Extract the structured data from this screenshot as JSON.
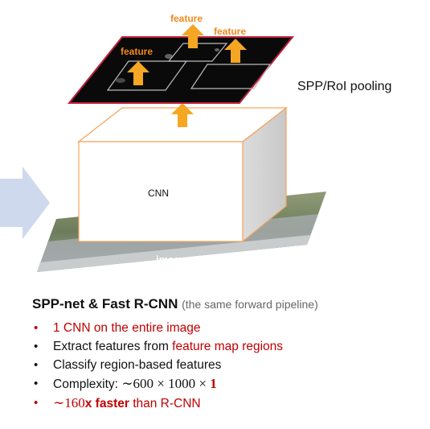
{
  "diagram": {
    "feature_label": "feature",
    "pooling_label": "SPP/RoI pooling",
    "cnn_label": "CNN",
    "image_label": "image"
  },
  "heading": {
    "title": "SPP-net & Fast R-CNN",
    "subtitle": "(the same forward pipeline)"
  },
  "bullets": {
    "b1": "1 CNN on the entire image",
    "b2_plain": "Extract features from ",
    "b2_red": "feature map regions",
    "b3": "Classify region-based features",
    "b4_prefix": "Complexity: ",
    "b4_expr": "∼600 × 1000 × ",
    "b4_bold": "1",
    "b5_tilde": "∼160",
    "b5_bold": "x faster",
    "b5_rest": " than R-CNN"
  },
  "colors": {
    "arrow_orange": "#f5a623",
    "label_orange": "#f08a1c",
    "box_outline": "#f4a35a",
    "red_text": "#c00000",
    "big_arrow": "#cfd9ee"
  }
}
